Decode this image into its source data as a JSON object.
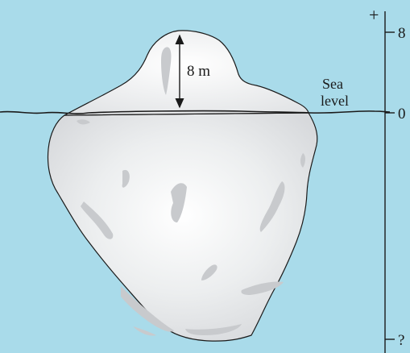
{
  "diagram": {
    "height_label": "8 m",
    "sea_level_label_line1": "Sea",
    "sea_level_label_line2": "level",
    "scale": {
      "sign_label": "+",
      "top_tick_label": "8",
      "zero_tick_label": "0",
      "bottom_tick_label": "?"
    }
  },
  "colors": {
    "background": "#a9dbea",
    "ice_light": "#ffffff",
    "ice_mid": "#e4e6e8",
    "ice_crevice": "#c8cacd",
    "ink": "#1a1a1a"
  }
}
